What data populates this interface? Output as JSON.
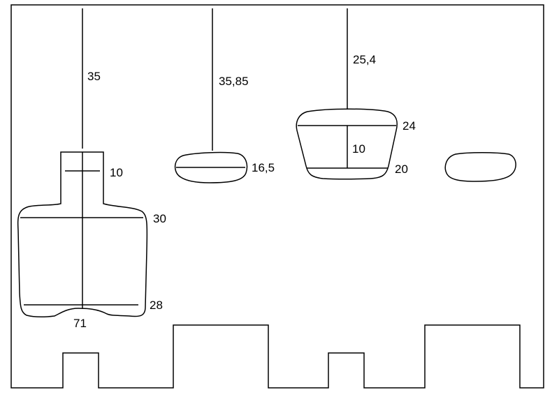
{
  "labels": {
    "bottle_hanger_length": "35",
    "bottle_neck_width": "10",
    "bottle_body_top_width": "30",
    "bottle_body_bottom_width": "28",
    "bottle_height": "71",
    "oval_hanger_length": "35,85",
    "oval_width": "16,5",
    "cup_hanger_length": "25,4",
    "cup_top_width": "24",
    "cup_height": "10",
    "cup_bottom_width": "20"
  }
}
